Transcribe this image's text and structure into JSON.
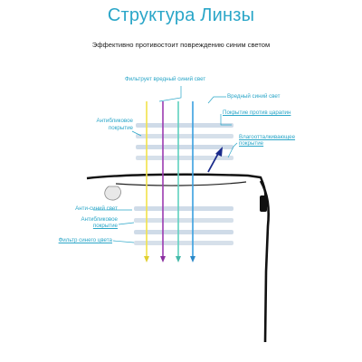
{
  "header": {
    "title": "Структура Линзы",
    "subtitle": "Эффективно противостоит повреждению синим светом"
  },
  "labels": {
    "filters_harmful_blue": "Фильтрует вредный синий свет",
    "harmful_blue_light": "Вредный синий свет",
    "scratch_coating": "Покрытие против царапин",
    "water_repellent_line1": "Влагоотталкивающее",
    "water_repellent_line2": "покрытие",
    "antireflective_top_line1": "Антибликовое",
    "antireflective_top_line2": "покрытие",
    "anti_blue_light": "Анти-синий свет",
    "antireflective_bottom_line1": "Антибликовое",
    "antireflective_bottom_line2": "покрытие",
    "blue_filter": "Фильтр синего цвета"
  },
  "rays": [
    {
      "name": "yellow-ray",
      "color": "#f2e24a"
    },
    {
      "name": "purple-ray",
      "color": "#9b3bb0"
    },
    {
      "name": "teal-ray",
      "color": "#5fd0c0"
    },
    {
      "name": "blue-ray",
      "color": "#3aa0e0"
    }
  ],
  "colors": {
    "accent": "#2aa6c8",
    "frame": "#111111",
    "lens_layer": "#c9d6e4",
    "harmful_arrow": "#1a2a8a"
  }
}
